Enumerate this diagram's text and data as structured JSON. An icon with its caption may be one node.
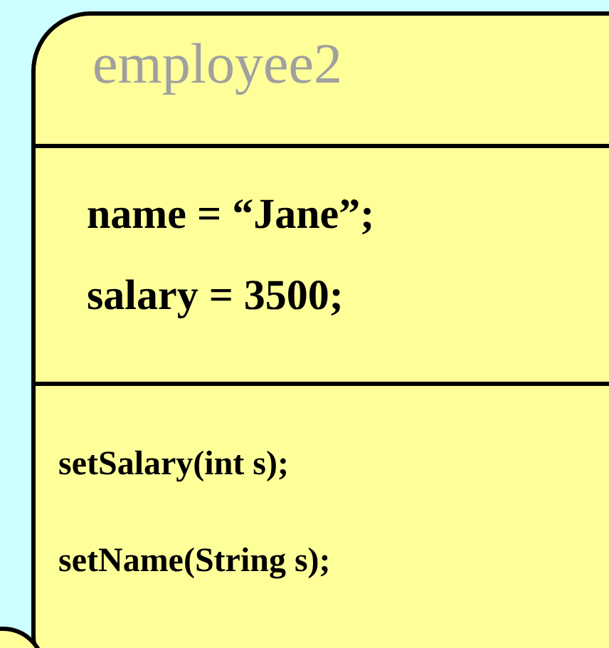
{
  "diagram": {
    "nodes": [
      {
        "text": [
          "employee2",
          "name = “Jane”;",
          "salary = 3500;",
          "setSalary(int s);",
          "setName(String s);"
        ]
      },
      {
        "text": [],
        "shape": "box"
      }
    ]
  }
}
